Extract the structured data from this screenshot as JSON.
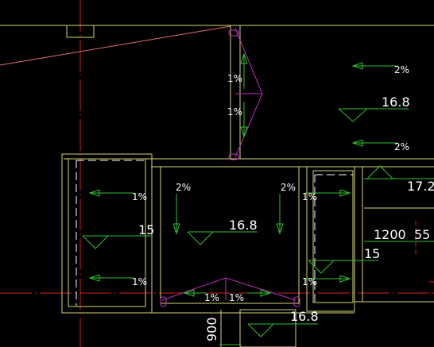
{
  "colors": {
    "background": "#000000",
    "wall": "#d4d47a",
    "axis": "#d02020",
    "annotation": "#30c030",
    "text": "#ffffff",
    "roof_ridge": "#c030c0",
    "dashed_edge": "#ffffff",
    "slope_line": "#e07070"
  },
  "slopes": {
    "s1": "1%",
    "s2": "1%",
    "s3": "2%",
    "s4": "2%",
    "s5": "1%",
    "s6": "1%",
    "s7": "2%",
    "s8": "2%",
    "s9": "1%",
    "s10": "1%",
    "s11": "1%",
    "s12": "1%"
  },
  "elevations": {
    "e1": "16.8",
    "e2": "16.8",
    "e3": "15",
    "e4": "17.2",
    "e5": "15",
    "e6": "16.8"
  },
  "dimensions": {
    "d1": "1200",
    "d2": "55",
    "d3": "900"
  }
}
